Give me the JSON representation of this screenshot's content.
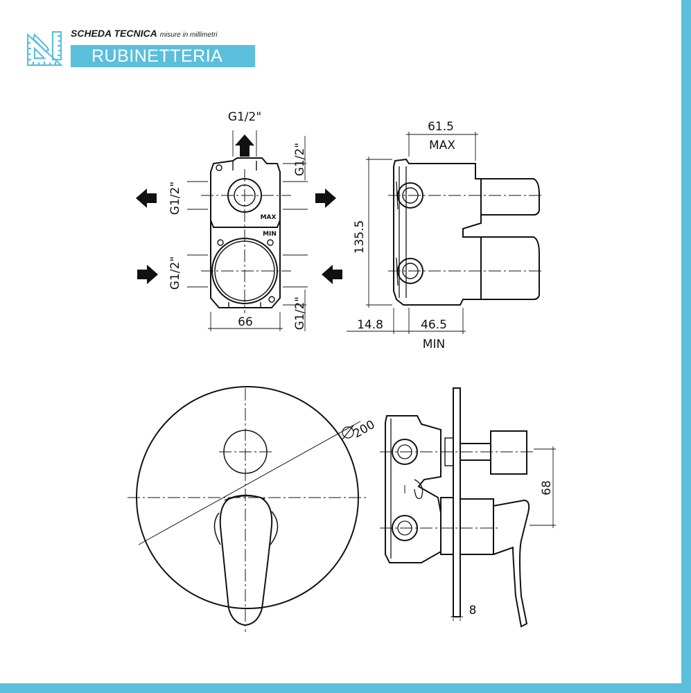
{
  "header": {
    "title": "SCHEDA TECNICA",
    "subtitle": "misure in millimetri",
    "category": "RUBINETTERIA"
  },
  "icons": {
    "logo": "ruler-pencil-icon"
  },
  "colors": {
    "accent": "#5bbfdc",
    "line": "#111111"
  },
  "front_view": {
    "top_thread": "G1/2\"",
    "right_top_thread": "G1/2\"",
    "left_upper_thread": "G1/2\"",
    "left_lower_thread": "G1/2\"",
    "right_bottom_thread": "G1/2\"",
    "width": "66",
    "max_mark": "MAX",
    "min_mark": "MIN"
  },
  "side_view": {
    "depth_max_value": "61.5",
    "depth_max_label": "MAX",
    "height": "135.5",
    "offset": "14.8",
    "depth_min_value": "46.5",
    "depth_min_label": "MIN"
  },
  "plate_view": {
    "diameter": "200"
  },
  "assembly_view": {
    "spacing": "68",
    "plate_thickness": "8"
  }
}
